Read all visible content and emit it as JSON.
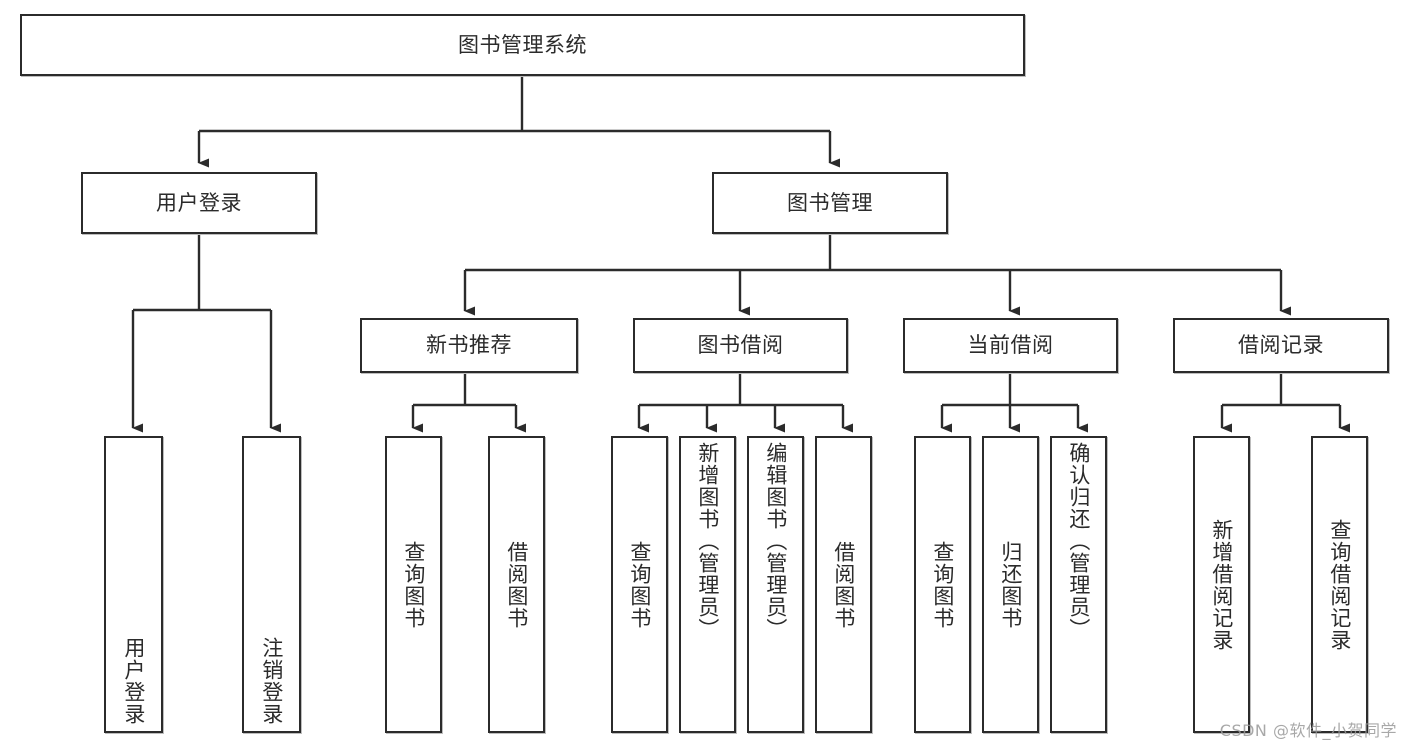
{
  "diagram": {
    "title": "图书管理系统",
    "type": "tree-hierarchy-chart",
    "colors": {
      "stroke": "#2b2b2b",
      "fill": "#ffffff",
      "text": "#2b2b2b",
      "watermark": "#9a9a9a"
    },
    "nodes": {
      "root": {
        "label": "图书管理系统"
      },
      "level2": [
        {
          "id": "user-login",
          "label": "用户登录"
        },
        {
          "id": "book-manage",
          "label": "图书管理"
        }
      ],
      "level3": [
        {
          "id": "new-book-recommend",
          "label": "新书推荐"
        },
        {
          "id": "book-borrow",
          "label": "图书借阅"
        },
        {
          "id": "current-borrow",
          "label": "当前借阅"
        },
        {
          "id": "borrow-record",
          "label": "借阅记录"
        }
      ],
      "leaves": {
        "user_login": [
          {
            "id": "leaf-user-login",
            "label": "用户登录"
          },
          {
            "id": "leaf-logout-login",
            "label": "注销登录"
          }
        ],
        "new_book_recommend": [
          {
            "id": "leaf-query-book-1",
            "label": "查询图书"
          },
          {
            "id": "leaf-borrow-book-1",
            "label": "借阅图书"
          }
        ],
        "book_borrow": [
          {
            "id": "leaf-query-book-2",
            "label": "查询图书"
          },
          {
            "id": "leaf-add-book",
            "label": "新增图书（管理员）"
          },
          {
            "id": "leaf-edit-book",
            "label": "编辑图书（管理员）"
          },
          {
            "id": "leaf-borrow-book-2",
            "label": "借阅图书"
          }
        ],
        "current_borrow": [
          {
            "id": "leaf-query-book-3",
            "label": "查询图书"
          },
          {
            "id": "leaf-return-book",
            "label": "归还图书"
          },
          {
            "id": "leaf-confirm-return",
            "label": "确认归还（管理员）"
          }
        ],
        "borrow_record": [
          {
            "id": "leaf-add-record",
            "label": "新增借阅记录"
          },
          {
            "id": "leaf-query-record",
            "label": "查询借阅记录"
          }
        ]
      }
    },
    "watermark": "CSDN @软件_小贺同学"
  }
}
